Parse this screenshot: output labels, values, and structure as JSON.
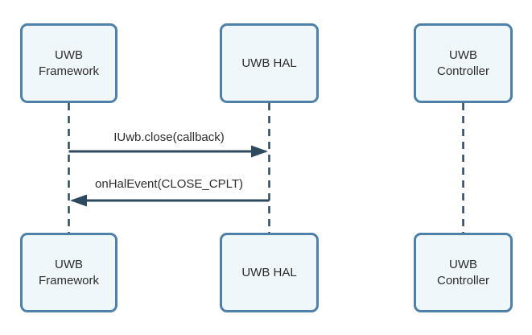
{
  "diagram": {
    "type": "sequence",
    "colors": {
      "box_border": "#4e80a8",
      "box_fill": "#f0f7fb",
      "line": "#2e4a5e",
      "text": "#2d2d2d",
      "background": "#ffffff"
    },
    "actors": [
      {
        "label": "UWB Framework"
      },
      {
        "label": "UWB HAL"
      },
      {
        "label": "UWB Controller"
      }
    ],
    "messages": [
      {
        "label": "IUwb.close(callback)",
        "from": "UWB Framework",
        "to": "UWB HAL",
        "direction": "right"
      },
      {
        "label": "onHalEvent(CLOSE_CPLT)",
        "from": "UWB HAL",
        "to": "UWB Framework",
        "direction": "left"
      }
    ]
  }
}
